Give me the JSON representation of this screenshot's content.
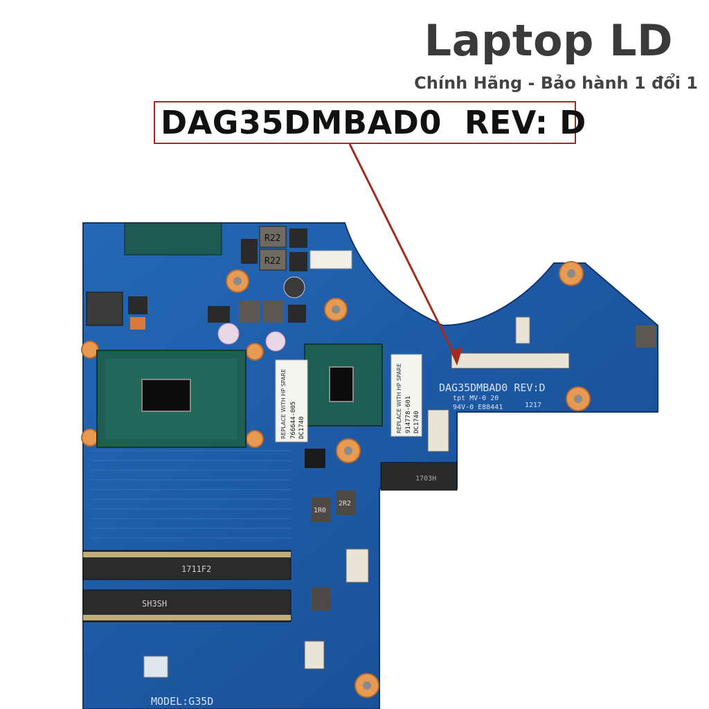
{
  "header": {
    "brand": "Laptop LD",
    "tagline": "Chính Hãng - Bảo hành 1 đổi 1"
  },
  "callout": {
    "part_number": "DAG35DMBAD0  REV: D",
    "arrow_color": "#a32a1e"
  },
  "board": {
    "silkscreen_part": "DAG35DMBAD0 REV:D",
    "silkscreen_line2": "tpt  MV-0 20",
    "silkscreen_line3": "94V-0 E88441",
    "silkscreen_code": "1217",
    "model": "MODEL:G35D",
    "ram_slot_1": "1711F2",
    "ram_slot_2": "SH3SH",
    "sticker_1_text": "REPLACE WITH HP SPARE",
    "sticker_1_code": "766644-005",
    "sticker_1_date": "DC1740",
    "sticker_2_text": "REPLACE WITH HP SPARE",
    "sticker_2_code": "914778-601",
    "sticker_2_date": "DC1740",
    "inductor_1": "R22",
    "inductor_2": "R22",
    "inductor_3": "1R0",
    "inductor_4": "2R2",
    "ssd_slot_label": "1703H",
    "pcb_color": "#1e5aa8",
    "pad_color": "#e69a52"
  }
}
